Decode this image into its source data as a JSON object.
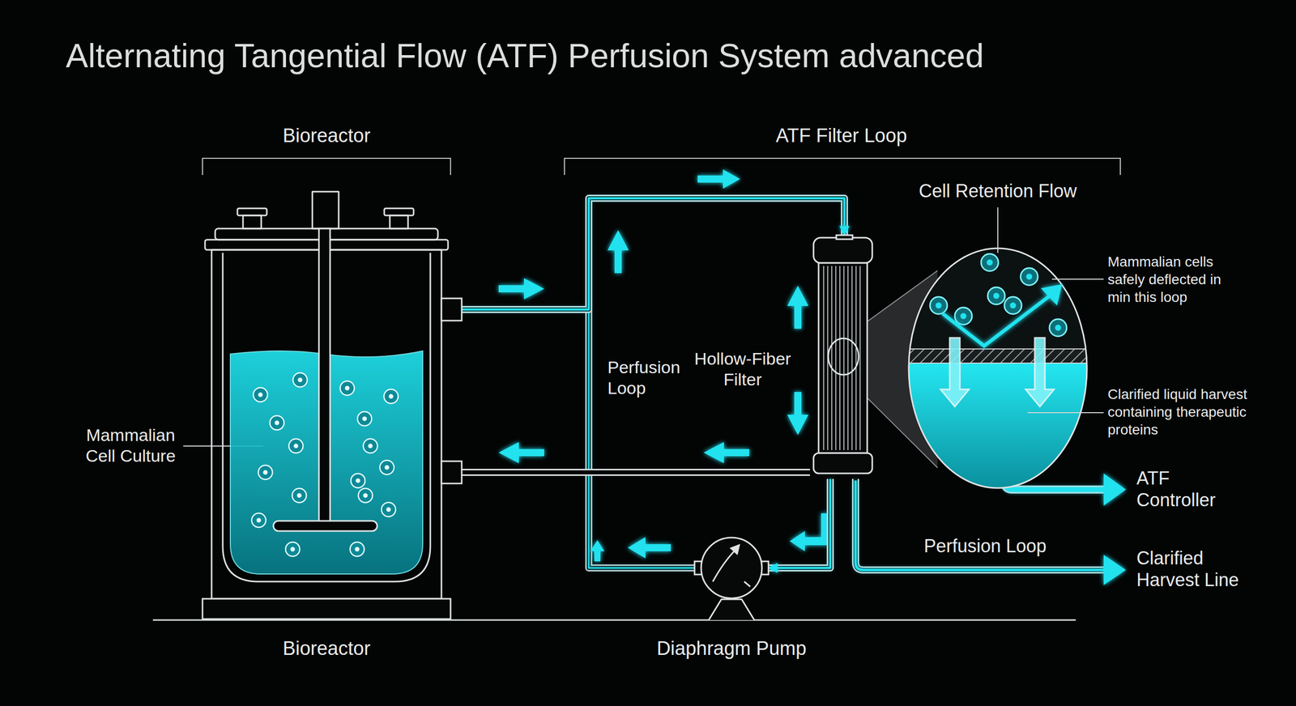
{
  "diagram": {
    "title": "Alternating Tangential Flow (ATF) Perfusion System advanced",
    "nodes": [
      {
        "text": [
          "Bioreactor"
        ]
      },
      {
        "text": [
          "Hollow-Fiber Filter"
        ]
      },
      {
        "text": [
          "Diaphragm Pump"
        ]
      }
    ],
    "edges": [
      {
        "from": 0,
        "to": 1,
        "arrow": "to"
      },
      {
        "from": 1,
        "to": 0,
        "arrow": "to"
      },
      {
        "from": 1,
        "to": 2,
        "arrow": "to"
      }
    ],
    "labels": [
      "Bioreactor",
      "ATF Filter Loop",
      "Cell Retention Flow",
      "Mammalian cells safely deflected in min this loop",
      "Perfusion Loop",
      "Mammalian Cell Culture",
      "Clarified liquid harvest containing therapeutic proteins",
      "ATF Controller",
      "Perfusion Loop",
      "Clarified Harvest Line"
    ]
  }
}
